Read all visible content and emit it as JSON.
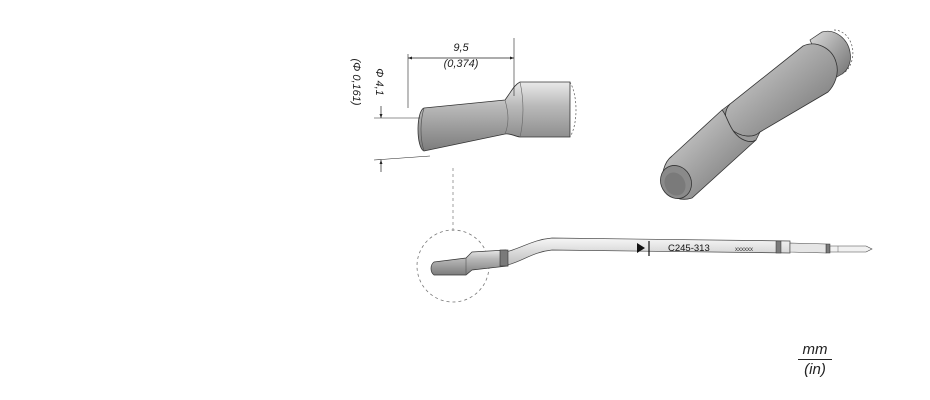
{
  "dimensions": {
    "length_mm": "9,5",
    "length_in": "(0,374)",
    "diameter_mm": "Φ 4,1",
    "diameter_in": "(Φ 0,161)"
  },
  "part": {
    "reference": "C245-313",
    "marking": "xxxxxx"
  },
  "units": {
    "metric": "mm",
    "imperial": "(in)"
  },
  "colors": {
    "tip_light": "#cfcfcf",
    "tip_mid": "#9d9d9d",
    "tip_dark": "#6e6e6e",
    "outline": "#333333",
    "band": "#7a7a7a"
  }
}
